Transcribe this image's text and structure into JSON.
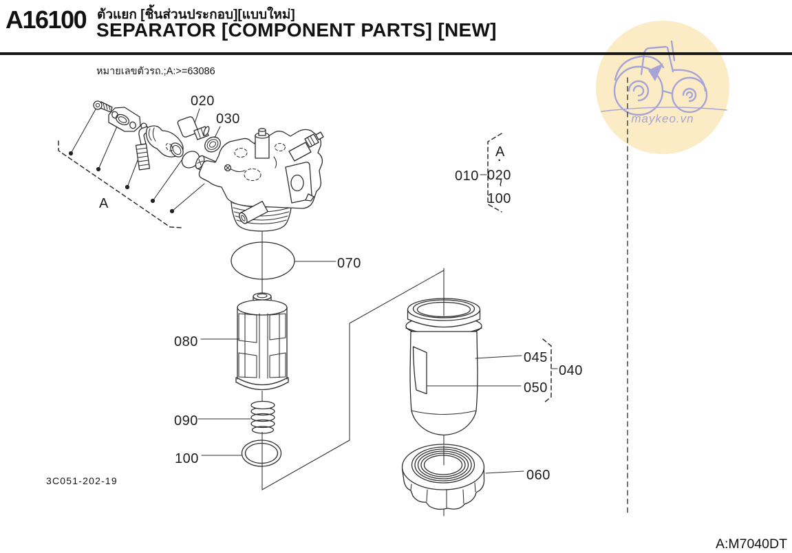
{
  "page": {
    "code": "A16100",
    "title_thai": "ตัวแยก [ชิ้นส่วนประกอบ][แบบใหม่]",
    "title_en": "SEPARATOR [COMPONENT PARTS] [NEW]",
    "note": "หมายเลขตัวรถ.;A:>=63086",
    "figure_number": "3C051-202-19",
    "model_note": "A:M7040DT"
  },
  "watermark": {
    "text": "maykeo.vn",
    "bg_color": "#FBECC6",
    "line_color": "#A6A3D6"
  },
  "callouts": {
    "c010": "010",
    "c020": "020",
    "c030": "030",
    "c040": "040",
    "c045": "045",
    "c050": "050",
    "c060": "060",
    "c070": "070",
    "c080": "080",
    "c090": "090",
    "c100": "100",
    "ref_a": "A"
  },
  "group010": {
    "ref": "A",
    "dot": "·",
    "from": "020",
    "tilde": "~",
    "to": "100"
  }
}
